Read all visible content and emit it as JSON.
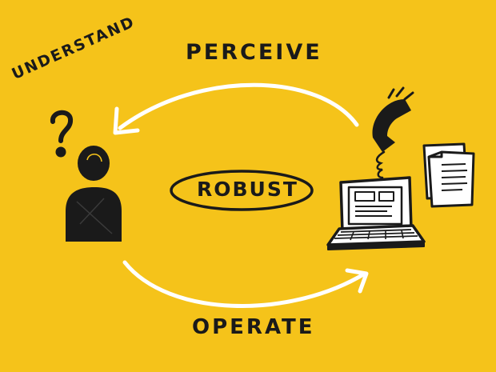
{
  "labels": {
    "perceive": "PERCEIVE",
    "understand": "UNDERSTAND",
    "operate": "OPERATE",
    "robust": "ROBUST"
  },
  "colors": {
    "background": "#f5c31a",
    "ink": "#1a1a1a",
    "arrow": "#ffffff",
    "paper": "#ffffff"
  },
  "icons": [
    "question-mark-icon",
    "person-icon",
    "telephone-icon",
    "laptop-icon",
    "documents-icon"
  ]
}
